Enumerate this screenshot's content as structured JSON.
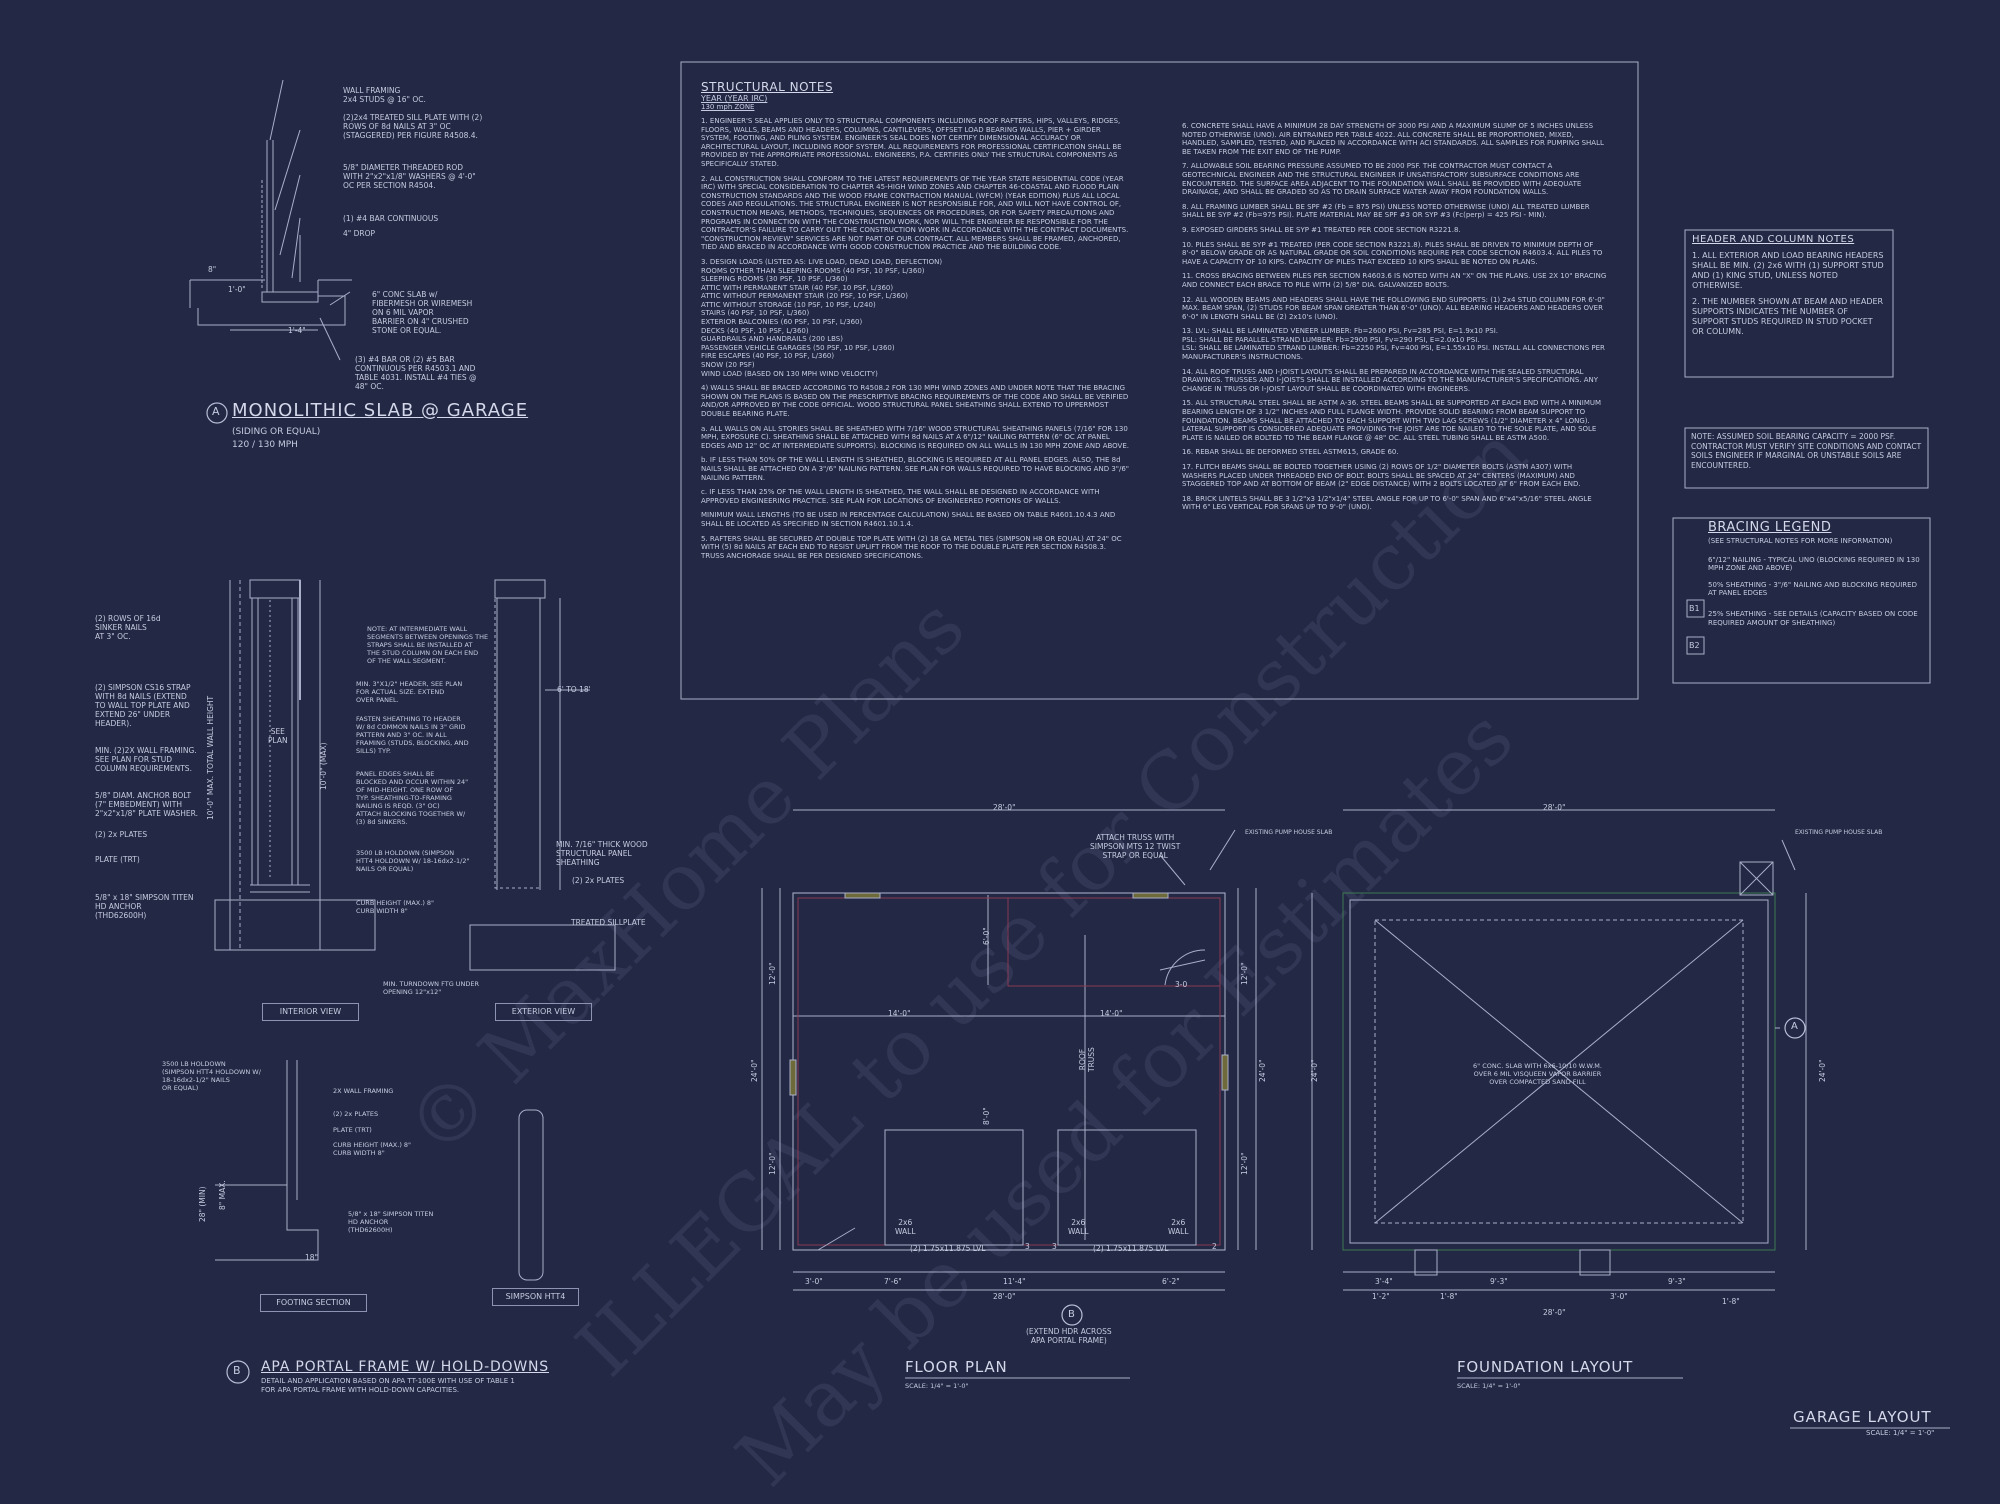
{
  "watermarks": [
    "© MaxHome Plans",
    "ILLEGAL to use for Construction",
    "May be used for Estimates"
  ],
  "detail_a": {
    "marker": "A",
    "title": "MONOLITHIC SLAB @ GARAGE",
    "sub1": "(SIDING OR EQUAL)",
    "sub2": "120 / 130 MPH",
    "labels": [
      "WALL FRAMING\n2x4 STUDS @ 16\" OC.",
      "(2)2x4 TREATED SILL PLATE WITH (2)\nROWS OF 8d NAILS AT 3\" OC\n(STAGGERED) PER FIGURE R4508.4.",
      "5/8\" DIAMETER THREADED ROD\nWITH 2\"x2\"x1/8\" WASHERS @ 4'-0\"\nOC PER SECTION R4504.",
      "(1) #4 BAR CONTINUOUS",
      "4\" DROP",
      "6\" CONC SLAB w/\nFIBERMESH OR WIREMESH\nON 6 MIL VAPOR\nBARRIER ON 4\" CRUSHED\nSTONE OR EQUAL.",
      "(3) #4 BAR OR (2) #5 BAR\nCONTINUOUS PER R4503.1 AND\nTABLE 4031. INSTALL #4 TIES @\n48\" OC."
    ],
    "dims": [
      "1'-4\"",
      "8\"",
      "1'-0\""
    ]
  },
  "detail_b": {
    "marker": "B",
    "title": "APA PORTAL FRAME W/ HOLD-DOWNS",
    "desc1": "DETAIL AND APPLICATION BASED ON APA TT-100E WITH USE OF TABLE 1",
    "desc2": "FOR APA PORTAL FRAME WITH HOLD-DOWN CAPACITIES.",
    "left_labels": [
      "(2) ROWS OF 16d\nSINKER NAILS\nAT 3\" OC.",
      "(2) SIMPSON CS16 STRAP\nWITH 8d NAILS (EXTEND\nTO WALL TOP PLATE AND\nEXTEND 26\" UNDER\nHEADER).",
      "MIN. (2)2X WALL FRAMING.\nSEE PLAN FOR STUD\nCOLUMN REQUIREMENTS.",
      "5/8\" DIAM. ANCHOR BOLT\n(7\" EMBEDMENT) WITH\n2\"x2\"x1/8\" PLATE WASHER.",
      "(2) 2x PLATES",
      "PLATE (TRT)",
      "5/8\" x 18\" SIMPSON TITEN\nHD ANCHOR\n(THD62600H)"
    ],
    "mid_labels": [
      "NOTE: AT INTERMEDIATE WALL\nSEGMENTS BETWEEN OPENINGS THE\nSTRAPS SHALL BE INSTALLED AT\nTHE STUD COLUMN ON EACH END\nOF THE WALL SEGMENT.",
      "MIN. 3\"X1/2\" HEADER, SEE PLAN\nFOR ACTUAL SIZE. EXTEND\nOVER PANEL.",
      "FASTEN SHEATHING TO HEADER\nW/ 8d COMMON NAILS IN 3\" GRID\nPATTERN AND 3\" OC. IN ALL\nFRAMING (STUDS, BLOCKING, AND\nSILLS) TYP.",
      "PANEL EDGES SHALL BE\nBLOCKED AND OCCUR WITHIN 24\"\nOF MID-HEIGHT. ONE ROW OF\nTYP. SHEATHING-TO-FRAMING\nNAILING IS REQD. (3\" OC)\nATTACH BLOCKING TOGETHER W/\n(3) 8d SINKERS.",
      "3500 LB HOLDOWN (SIMPSON\nHTT4 HOLDOWN W/ 18-16dx2-1/2\"\nNAILS OR EQUAL)",
      "CURB HEIGHT (MAX.) 8\"\nCURB WIDTH 8\"",
      "MIN. TURNDOWN FTG UNDER\nOPENING 12\"x12\""
    ],
    "right_labels": [
      "MIN. 7/16\" THICK WOOD\nSTRUCTURAL PANEL\nSHEATHING",
      "(2) 2x PLATES",
      "TREATED SILLPLATE"
    ],
    "dims": [
      "6' TO 18'",
      "10'-0\" MAX. TOTAL WALL HEIGHT",
      "10'-0\" (MAX)",
      "SEE\nPLAN"
    ],
    "interior_view": "INTERIOR VIEW",
    "exterior_view": "EXTERIOR VIEW",
    "footing_labels": [
      "3500 LB HOLDOWN\n(SIMPSON HTT4 HOLDOWN W/\n18-16dx2-1/2\" NAILS\nOR EQUAL)",
      "2X WALL FRAMING",
      "(2) 2x PLATES",
      "PLATE (TRT)",
      "CURB HEIGHT (MAX.) 8\"\nCURB WIDTH 8\"",
      "5/8\" x 18\" SIMPSON TITEN\nHD ANCHOR\n(THD62600H)"
    ],
    "footing_dims": [
      "18\"",
      "8\" MAX.",
      "28\" (MIN)"
    ],
    "footing_section": "FOOTING SECTION",
    "simpson": "SIMPSON HTT4"
  },
  "structural_notes": {
    "title": "STRUCTURAL NOTES",
    "year": "YEAR (YEAR IRC)",
    "zone": "130 mph ZONE",
    "col1": [
      "1. ENGINEER'S SEAL APPLIES ONLY TO STRUCTURAL COMPONENTS INCLUDING ROOF RAFTERS, HIPS, VALLEYS, RIDGES, FLOORS, WALLS, BEAMS AND HEADERS, COLUMNS, CANTILEVERS, OFFSET LOAD BEARING WALLS, PIER + GIRDER SYSTEM, FOOTING, AND PILING SYSTEM. ENGINEER'S SEAL DOES NOT CERTIFY DIMENSIONAL ACCURACY OR ARCHITECTURAL LAYOUT, INCLUDING ROOF SYSTEM. ALL REQUIREMENTS FOR PROFESSIONAL CERTIFICATION SHALL BE PROVIDED BY THE APPROPRIATE PROFESSIONAL. ENGINEERS, P.A. CERTIFIES ONLY THE STRUCTURAL COMPONENTS AS SPECIFICALLY STATED.",
      "2. ALL CONSTRUCTION SHALL CONFORM TO THE LATEST REQUIREMENTS OF THE YEAR STATE RESIDENTIAL CODE (YEAR IRC) WITH SPECIAL CONSIDERATION TO CHAPTER 45-HIGH WIND ZONES AND CHAPTER 46-COASTAL AND FLOOD PLAIN CONSTRUCTION STANDARDS AND THE WOOD FRAME CONTRACTION MANUAL (WFCM) (YEAR EDITION) PLUS ALL LOCAL CODES AND REGULATIONS. THE STRUCTURAL ENGINEER IS NOT RESPONSIBLE FOR, AND WILL NOT HAVE CONTROL OF, CONSTRUCTION MEANS, METHODS, TECHNIQUES, SEQUENCES OR PROCEDURES, OR FOR SAFETY PRECAUTIONS AND PROGRAMS IN CONNECTION WITH THE CONSTRUCTION WORK, NOR WILL THE ENGINEER BE RESPONSIBLE FOR THE CONTRACTOR'S FAILURE TO CARRY OUT THE CONSTRUCTION WORK IN ACCORDANCE WITH THE CONTRACT DOCUMENTS. \"CONSTRUCTION REVIEW\" SERVICES ARE NOT PART OF OUR CONTRACT. ALL MEMBERS SHALL BE FRAMED, ANCHORED, TIED AND BRACED IN ACCORDANCE WITH GOOD CONSTRUCTION PRACTICE AND THE BUILDING CODE.",
      "3. DESIGN LOADS (LISTED AS: LIVE LOAD, DEAD LOAD, DEFLECTION)\nROOMS OTHER THAN SLEEPING ROOMS (40 PSF, 10 PSF, L/360)\nSLEEPING ROOMS (30 PSF, 10 PSF, L/360)\nATTIC WITH PERMANENT STAIR (40 PSF, 10 PSF, L/360)\nATTIC WITHOUT PERMANENT STAIR (20 PSF, 10 PSF, L/360)\nATTIC WITHOUT STORAGE (10 PSF, 10 PSF, L/240)\nSTAIRS (40 PSF, 10 PSF, L/360)\nEXTERIOR BALCONIES (60 PSF, 10 PSF, L/360)\nDECKS (40 PSF, 10 PSF, L/360)\nGUARDRAILS AND HANDRAILS (200 LBS)\nPASSENGER VEHICLE GARAGES (50 PSF, 10 PSF, L/360)\nFIRE ESCAPES (40 PSF, 10 PSF, L/360)\nSNOW (20 PSF)\nWIND LOAD (BASED ON 130 MPH WIND VELOCITY)",
      "4) WALLS SHALL BE BRACED ACCORDING TO R4508.2 FOR 130 MPH WIND ZONES AND UNDER NOTE THAT THE BRACING SHOWN ON THE PLANS IS BASED ON THE PRESCRIPTIVE BRACING REQUIREMENTS OF THE CODE AND SHALL BE VERIFIED AND/OR APPROVED BY THE CODE OFFICIAL. WOOD STRUCTURAL PANEL SHEATHING SHALL EXTEND TO UPPERMOST DOUBLE BEARING PLATE.",
      "a. ALL WALLS ON ALL STORIES SHALL BE SHEATHED WITH 7/16\" WOOD STRUCTURAL SHEATHING PANELS (7/16\" FOR 130 MPH, EXPOSURE C). SHEATHING SHALL BE ATTACHED WITH 8d NAILS AT A 6\"/12\" NAILING PATTERN (6\" OC AT PANEL EDGES AND 12\" OC AT INTERMEDIATE SUPPORTS). BLOCKING IS REQUIRED ON ALL WALLS IN 130 MPH ZONE AND ABOVE.",
      "b. IF LESS THAN 50% OF THE WALL LENGTH IS SHEATHED, BLOCKING IS REQUIRED AT ALL PANEL EDGES. ALSO, THE 8d NAILS SHALL BE ATTACHED ON A 3\"/6\" NAILING PATTERN. SEE PLAN FOR WALLS REQUIRED TO HAVE BLOCKING AND 3\"/6\" NAILING PATTERN.",
      "c. IF LESS THAN 25% OF THE WALL LENGTH IS SHEATHED, THE WALL SHALL BE DESIGNED IN ACCORDANCE WITH APPROVED ENGINEERING PRACTICE. SEE PLAN FOR LOCATIONS OF ENGINEERED PORTIONS OF WALLS.",
      "MINIMUM WALL LENGTHS (TO BE USED IN PERCENTAGE CALCULATION) SHALL BE BASED ON TABLE R4601.10.4.3 AND SHALL BE LOCATED AS SPECIFIED IN SECTION R4601.10.1.4.",
      "5. RAFTERS SHALL BE SECURED AT DOUBLE TOP PLATE WITH (2) 18 GA METAL TIES (SIMPSON H8 OR EQUAL) AT 24\" OC WITH (5) 8d NAILS AT EACH END TO RESIST UPLIFT FROM THE ROOF TO THE DOUBLE PLATE PER SECTION R4508.3. TRUSS ANCHORAGE SHALL BE PER DESIGNED SPECIFICATIONS."
    ],
    "col2": [
      "6. CONCRETE SHALL HAVE A MINIMUM 28 DAY STRENGTH OF 3000 PSI AND A MAXIMUM SLUMP OF 5 INCHES UNLESS NOTED OTHERWISE (UNO). AIR ENTRAINED PER TABLE 4022. ALL CONCRETE SHALL BE PROPORTIONED, MIXED, HANDLED, SAMPLED, TESTED, AND PLACED IN ACCORDANCE WITH ACI STANDARDS. ALL SAMPLES FOR PUMPING SHALL BE TAKEN FROM THE EXIT END OF THE PUMP.",
      "7. ALLOWABLE SOIL BEARING PRESSURE ASSUMED TO BE 2000 PSF. THE CONTRACTOR MUST CONTACT A GEOTECHNICAL ENGINEER AND THE STRUCTURAL ENGINEER IF UNSATISFACTORY SUBSURFACE CONDITIONS ARE ENCOUNTERED. THE SURFACE AREA ADJACENT TO THE FOUNDATION WALL SHALL BE PROVIDED WITH ADEQUATE DRAINAGE, AND SHALL BE GRADED SO AS TO DRAIN SURFACE WATER AWAY FROM FOUNDATION WALLS.",
      "8. ALL FRAMING LUMBER SHALL BE SPF #2 (Fb = 875 PSI) UNLESS NOTED OTHERWISE (UNO) ALL TREATED LUMBER SHALL BE SYP #2 (Fb=975 PSI). PLATE MATERIAL MAY BE SPF #3 OR SYP #3 (Fc(perp) = 425 PSI - MIN).",
      "9. EXPOSED GIRDERS SHALL BE SYP #1 TREATED PER CODE SECTION R3221.8.",
      "10. PILES SHALL BE SYP #1 TREATED (PER CODE SECTION R3221.8). PILES SHALL BE DRIVEN TO MINIMUM DEPTH OF 8'-0\" BELOW GRADE OR AS NATURAL GRADE OR SOIL CONDITIONS REQUIRE PER CODE SECTION R4603.4. ALL PILES TO HAVE A CAPACITY OF 10 KIPS. CAPACITY OF PILES THAT EXCEED 10 KIPS SHALL BE NOTED ON PLANS.",
      "11. CROSS BRACING BETWEEN PILES PER SECTION R4603.6 IS NOTED WITH AN \"X\" ON THE PLANS. USE 2X 10\" BRACING AND CONNECT EACH BRACE TO PILE WITH (2) 5/8\" DIA. GALVANIZED BOLTS.",
      "12. ALL WOODEN BEAMS AND HEADERS SHALL HAVE THE FOLLOWING END SUPPORTS: (1) 2x4 STUD COLUMN FOR 6'-0\" MAX. BEAM SPAN, (2) STUDS FOR BEAM SPAN GREATER THAN 6'-0\" (UNO). ALL BEARING HEADERS AND HEADERS OVER 6'-0\" IN LENGTH SHALL BE (2) 2x10's (UNO).",
      "13. LVL: SHALL BE LAMINATED VENEER LUMBER: Fb=2600 PSI, Fv=285 PSI, E=1.9x10 PSI.\nPSL: SHALL BE PARALLEL STRAND LUMBER: Fb=2900 PSI, Fv=290 PSI, E=2.0x10 PSI.\nLSL: SHALL BE LAMINATED STRAND LUMBER: Fb=2250 PSI, Fv=400 PSI, E=1.55x10 PSI. INSTALL ALL CONNECTIONS PER MANUFACTURER'S INSTRUCTIONS.",
      "14. ALL ROOF TRUSS AND I-JOIST LAYOUTS SHALL BE PREPARED IN ACCORDANCE WITH THE SEALED STRUCTURAL DRAWINGS. TRUSSES AND I-JOISTS SHALL BE INSTALLED ACCORDING TO THE MANUFACTURER'S SPECIFICATIONS. ANY CHANGE IN TRUSS OR I-JOIST LAYOUT SHALL BE COORDINATED WITH ENGINEERS.",
      "15. ALL STRUCTURAL STEEL SHALL BE ASTM A-36. STEEL BEAMS SHALL BE SUPPORTED AT EACH END WITH A MINIMUM BEARING LENGTH OF 3 1/2\" INCHES AND FULL FLANGE WIDTH. PROVIDE SOLID BEARING FROM BEAM SUPPORT TO FOUNDATION. BEAMS SHALL BE ATTACHED TO EACH SUPPORT WITH TWO LAG SCREWS (1/2\" DIAMETER x 4\" LONG). LATERAL SUPPORT IS CONSIDERED ADEQUATE PROVIDING THE JOIST ARE TOE NAILED TO THE SOLE PLATE, AND SOLE PLATE IS NAILED OR BOLTED TO THE BEAM FLANGE @ 48\" OC. ALL STEEL TUBING SHALL BE ASTM A500.",
      "16. REBAR SHALL BE DEFORMED STEEL ASTM615, GRADE 60.",
      "17. FLITCH BEAMS SHALL BE BOLTED TOGETHER USING (2) ROWS OF 1/2\" DIAMETER BOLTS (ASTM A307) WITH WASHERS PLACED UNDER THREADED END OF BOLT. BOLTS SHALL BE SPACED AT 24\" CENTERS (MAXIMUM) AND STAGGERED TOP AND AT BOTTOM OF BEAM (2\" EDGE DISTANCE) WITH 2 BOLTS LOCATED AT 6\" FROM EACH END.",
      "18. BRICK LINTELS SHALL BE 3 1/2\"x3 1/2\"x1/4\" STEEL ANGLE FOR UP TO 6'-0\" SPAN AND 6\"x4\"x5/16\" STEEL ANGLE WITH 6\" LEG VERTICAL FOR SPANS UP TO 9'-0\" (UNO)."
    ]
  },
  "header_notes": {
    "title": "HEADER AND COLUMN NOTES",
    "items": [
      "1. ALL EXTERIOR AND LOAD BEARING HEADERS SHALL BE MIN. (2) 2x6 WITH (1) SUPPORT STUD AND (1) KING STUD, UNLESS NOTED OTHERWISE.",
      "2. THE NUMBER SHOWN AT BEAM AND HEADER SUPPORTS INDICATES THE NUMBER OF SUPPORT STUDS REQUIRED IN STUD POCKET OR COLUMN."
    ]
  },
  "soil_note": "NOTE: ASSUMED SOIL BEARING CAPACITY = 2000 PSF. CONTRACTOR MUST VERIFY SITE CONDITIONS AND CONTACT SOILS ENGINEER IF MARGINAL OR UNSTABLE SOILS ARE ENCOUNTERED.",
  "bracing_legend": {
    "title": "BRACING LEGEND",
    "sub": "(SEE STRUCTURAL NOTES FOR MORE INFORMATION)",
    "item0": "6\"/12\" NAILING - TYPICAL UNO (BLOCKING REQUIRED IN 130 MPH ZONE AND ABOVE)",
    "item1_tag": "B1",
    "item1": "50% SHEATHING - 3\"/6\" NAILING AND BLOCKING REQUIRED AT PANEL EDGES",
    "item2_tag": "B2",
    "item2": "25% SHEATHING - SEE DETAILS (CAPACITY BASED ON CODE REQUIRED AMOUNT OF SHEATHING)"
  },
  "floor_plan": {
    "title": "FLOOR PLAN",
    "scale": "SCALE: 1/4\" = 1'-0\"",
    "attach_note": "ATTACH TRUSS WITH\nSIMPSON MTS 12 TWIST\nSTRAP OR EQUAL",
    "existing_slab": "EXISTING PUMP HOUSE SLAB",
    "roof_truss": "ROOF\nTRUSS",
    "header_left": "(2) 1.75x11.875 LVL",
    "header_right": "(2) 1.75x11.875 LVL",
    "wall_labels": [
      "2x6\nWALL",
      "2x6\nWALL",
      "2x6\nWALL"
    ],
    "door": "3-0",
    "b_marker": "B",
    "b_note": "(EXTEND HDR ACROSS\nAPA PORTAL FRAME)",
    "dims": {
      "top": "28'-0\"",
      "left_total": "24'-0\"",
      "right_total": "24'-0\"",
      "left_upper": "12'-0\"",
      "left_lower": "12'-0\"",
      "right_upper": "12'-0\"",
      "right_lower": "12'-0\"",
      "mid_left": "14'-0\"",
      "mid_right": "14'-0\"",
      "inner_vertical": "6'-0\"",
      "inner_lower": "8'-0\"",
      "bottom_1": "3'-0\"",
      "bottom_2": "7'-6\"",
      "bottom_3": "11'-4\"",
      "bottom_4": "6'-2\"",
      "bottom_total": "28'-0\"",
      "stud_3a": "3",
      "stud_3b": "3",
      "stud_2": "2"
    }
  },
  "foundation": {
    "title": "FOUNDATION LAYOUT",
    "scale": "SCALE: 1/4\" = 1'-0\"",
    "existing_slab": "EXISTING PUMP HOUSE SLAB",
    "slab_note": "6\" CONC. SLAB WITH 6x6-10/10 W.W.M.\nOVER 6 MIL VISQUEEN VAPOR BARRIER\nOVER COMPACTED SAND FILL",
    "a_marker": "A",
    "dims": {
      "top": "28'-0\"",
      "left": "24'-0\"",
      "right": "24'-0\"",
      "b1": "3'-4\"",
      "b2": "9'-3\"",
      "b3": "9'-3\"",
      "c1": "1'-2\"",
      "c2": "1'-8\"",
      "c3": "3'-0\"",
      "c4": "1'-8\"",
      "bottom_total": "28'-0\""
    }
  },
  "sheet": {
    "title": "GARAGE LAYOUT",
    "scale": "SCALE: 1/4\" = 1'-0\""
  }
}
